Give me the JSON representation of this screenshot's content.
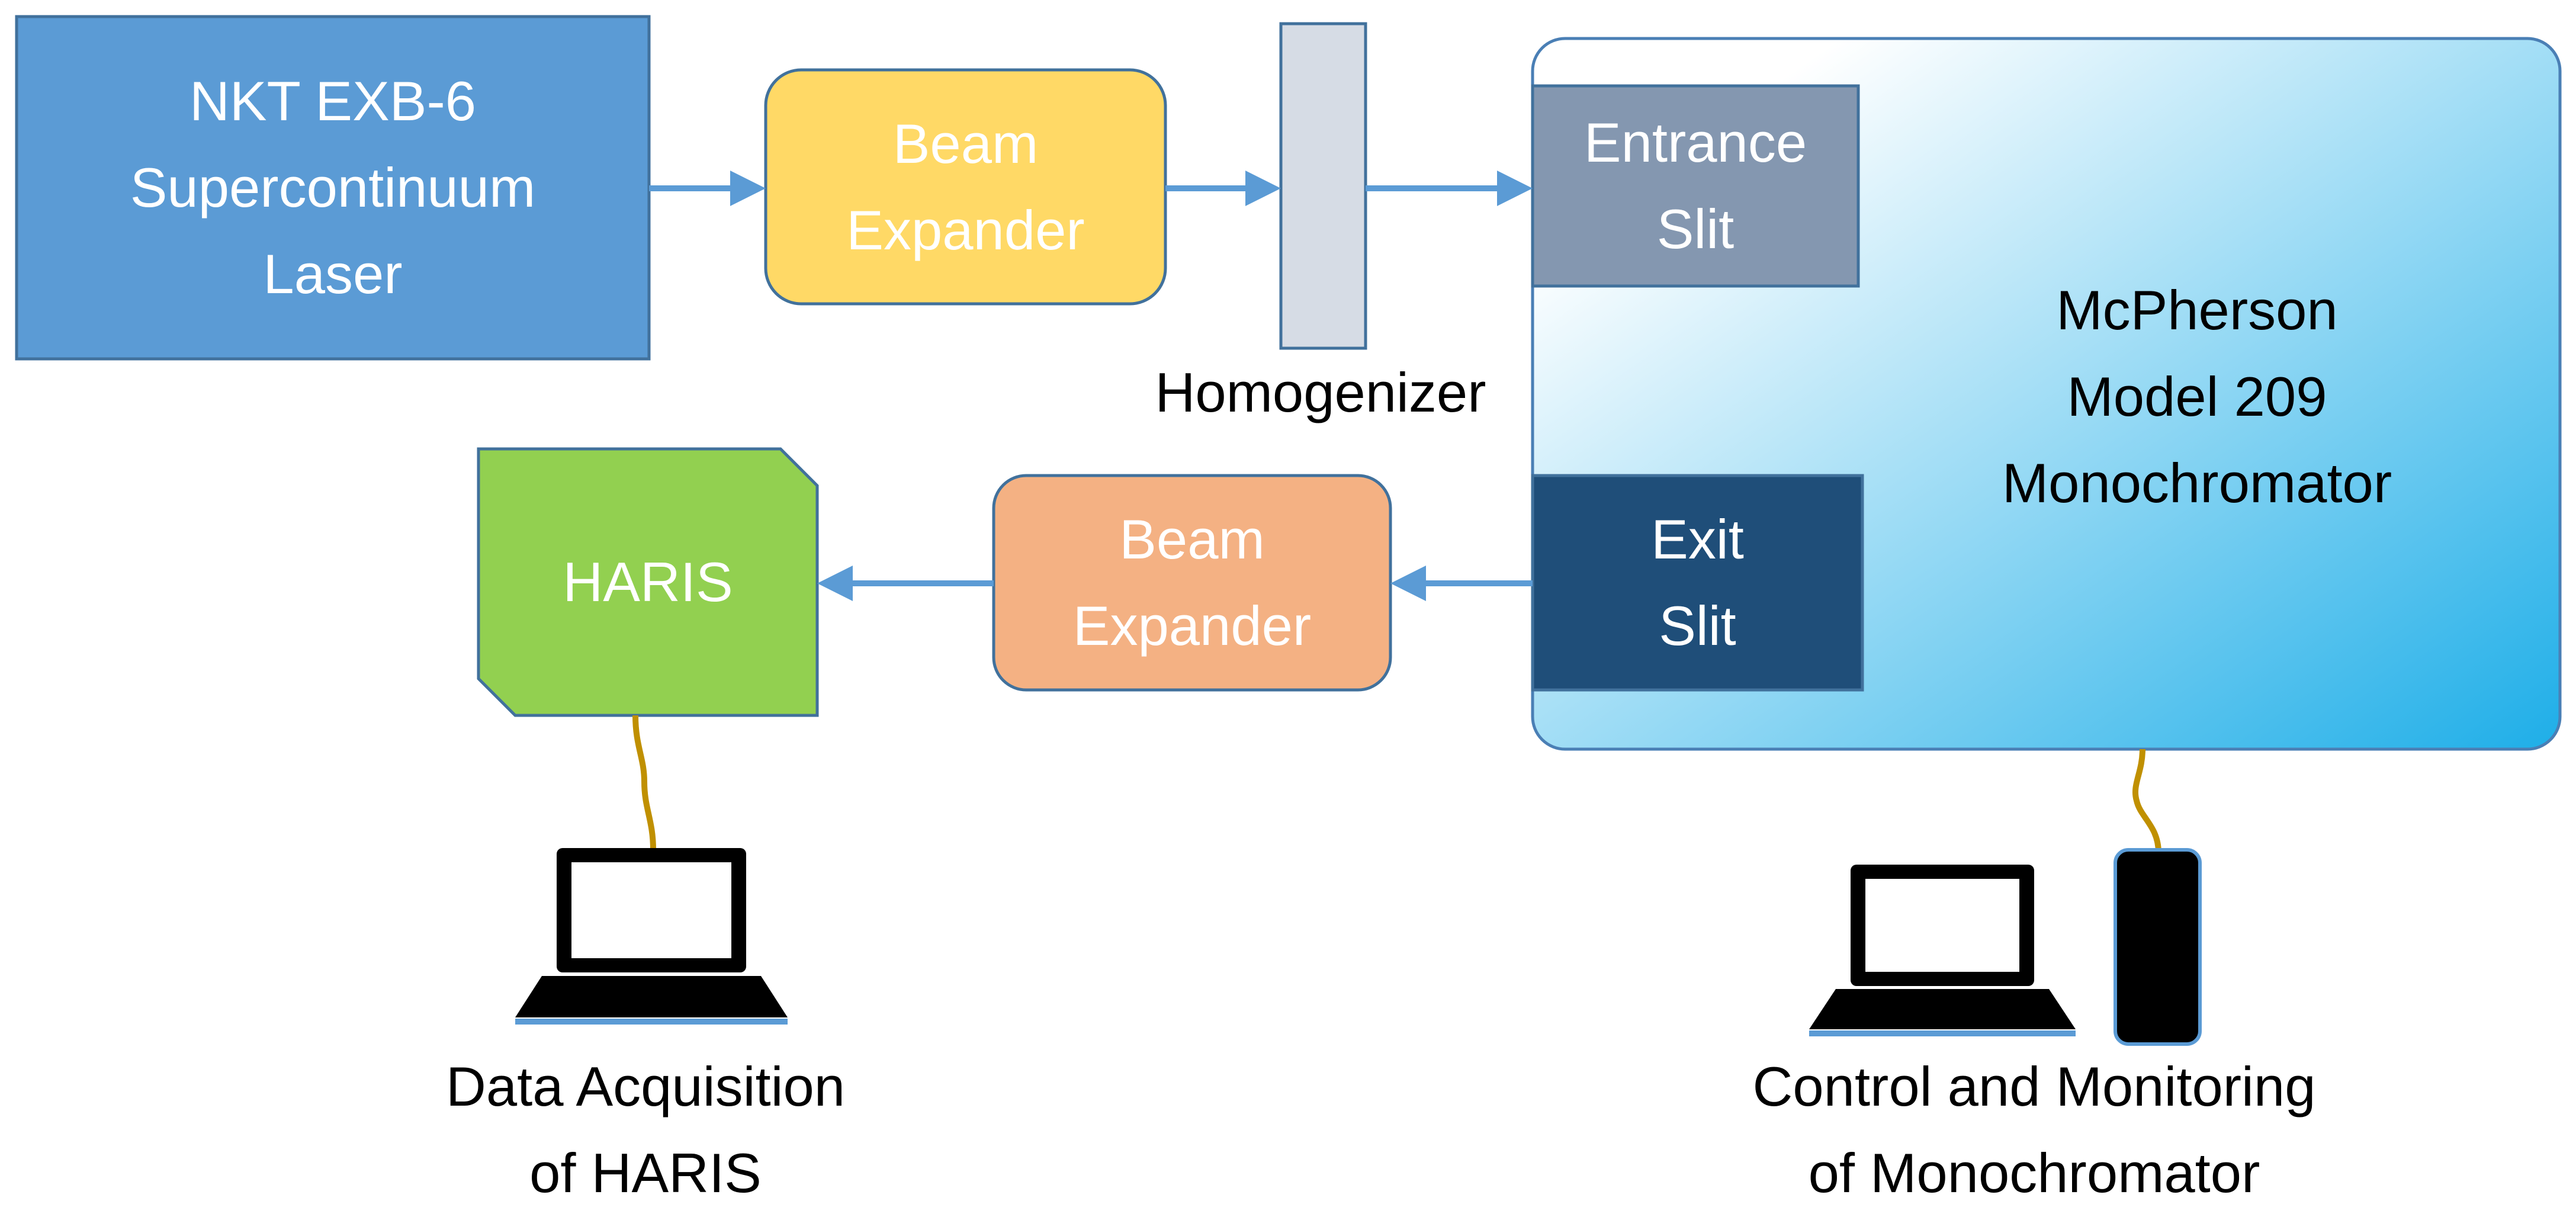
{
  "colors": {
    "laser": "#5b9bd5",
    "beam_expander_1": "#ffd966",
    "beam_expander_2": "#f4b183",
    "homogenizer": "#d6dce5",
    "entrance_slit": "#8497b0",
    "exit_slit": "#1f4e79",
    "haris": "#92d050",
    "monochromator_gradient_start": "#ffffff",
    "monochromator_gradient_end": "#1eaee8",
    "arrow": "#5b9bd5",
    "cable": "#c09000"
  },
  "blocks": {
    "laser": "NKT EXB-6\nSupercontinuum\nLaser",
    "beam_expander_1": "Beam\nExpander",
    "homogenizer": "Homogenizer",
    "entrance_slit": "Entrance\nSlit",
    "monochromator": "McPherson\nModel 209\nMonochromator",
    "exit_slit": "Exit\nSlit",
    "beam_expander_2": "Beam\nExpander",
    "haris": "HARIS"
  },
  "computers": {
    "data_acquisition": "Data Acquisition\nof HARIS",
    "control_monitoring": "Control and Monitoring\nof Monochromator"
  },
  "icons": {
    "laptop_left": "laptop-icon",
    "laptop_right": "laptop-icon",
    "controller": "controller-box-icon"
  }
}
